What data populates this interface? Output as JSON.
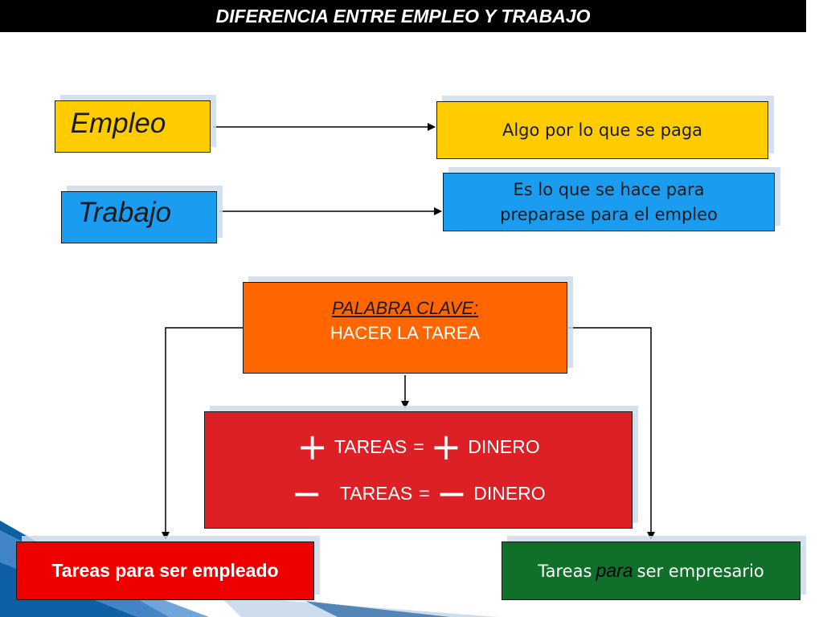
{
  "header": {
    "title": "DIFERENCIA ENTRE EMPLEO Y TRABAJO"
  },
  "definitions": [
    {
      "term": "Empleo",
      "meaning": "Algo por lo que se paga"
    },
    {
      "term": "Trabajo",
      "meaning_lines": [
        "Es lo que se hace para",
        "preparase para el empleo"
      ]
    }
  ],
  "keyword": {
    "title": "PALABRA CLAVE:",
    "text": "HACER LA TAREA"
  },
  "formula": {
    "line1": {
      "sign_left": "+",
      "word1": "TAREAS",
      "equals": "=",
      "sign_right": "+",
      "word2": "DINERO"
    },
    "line2": {
      "sign_left": "−",
      "word1": "TAREAS",
      "equals": "=",
      "sign_right": "−",
      "word2": "DINERO"
    }
  },
  "outcomes": {
    "employee": "Tareas para ser empleado",
    "entrepreneur": {
      "pre": "Tareas",
      "italic": "para",
      "post": "ser empresario"
    }
  },
  "colors": {
    "yellow": "#ffcc00",
    "blue": "#1a9cf0",
    "orange": "#ff6600",
    "red": "#dc2026",
    "bright_red": "#ee0000",
    "green": "#10702a"
  }
}
